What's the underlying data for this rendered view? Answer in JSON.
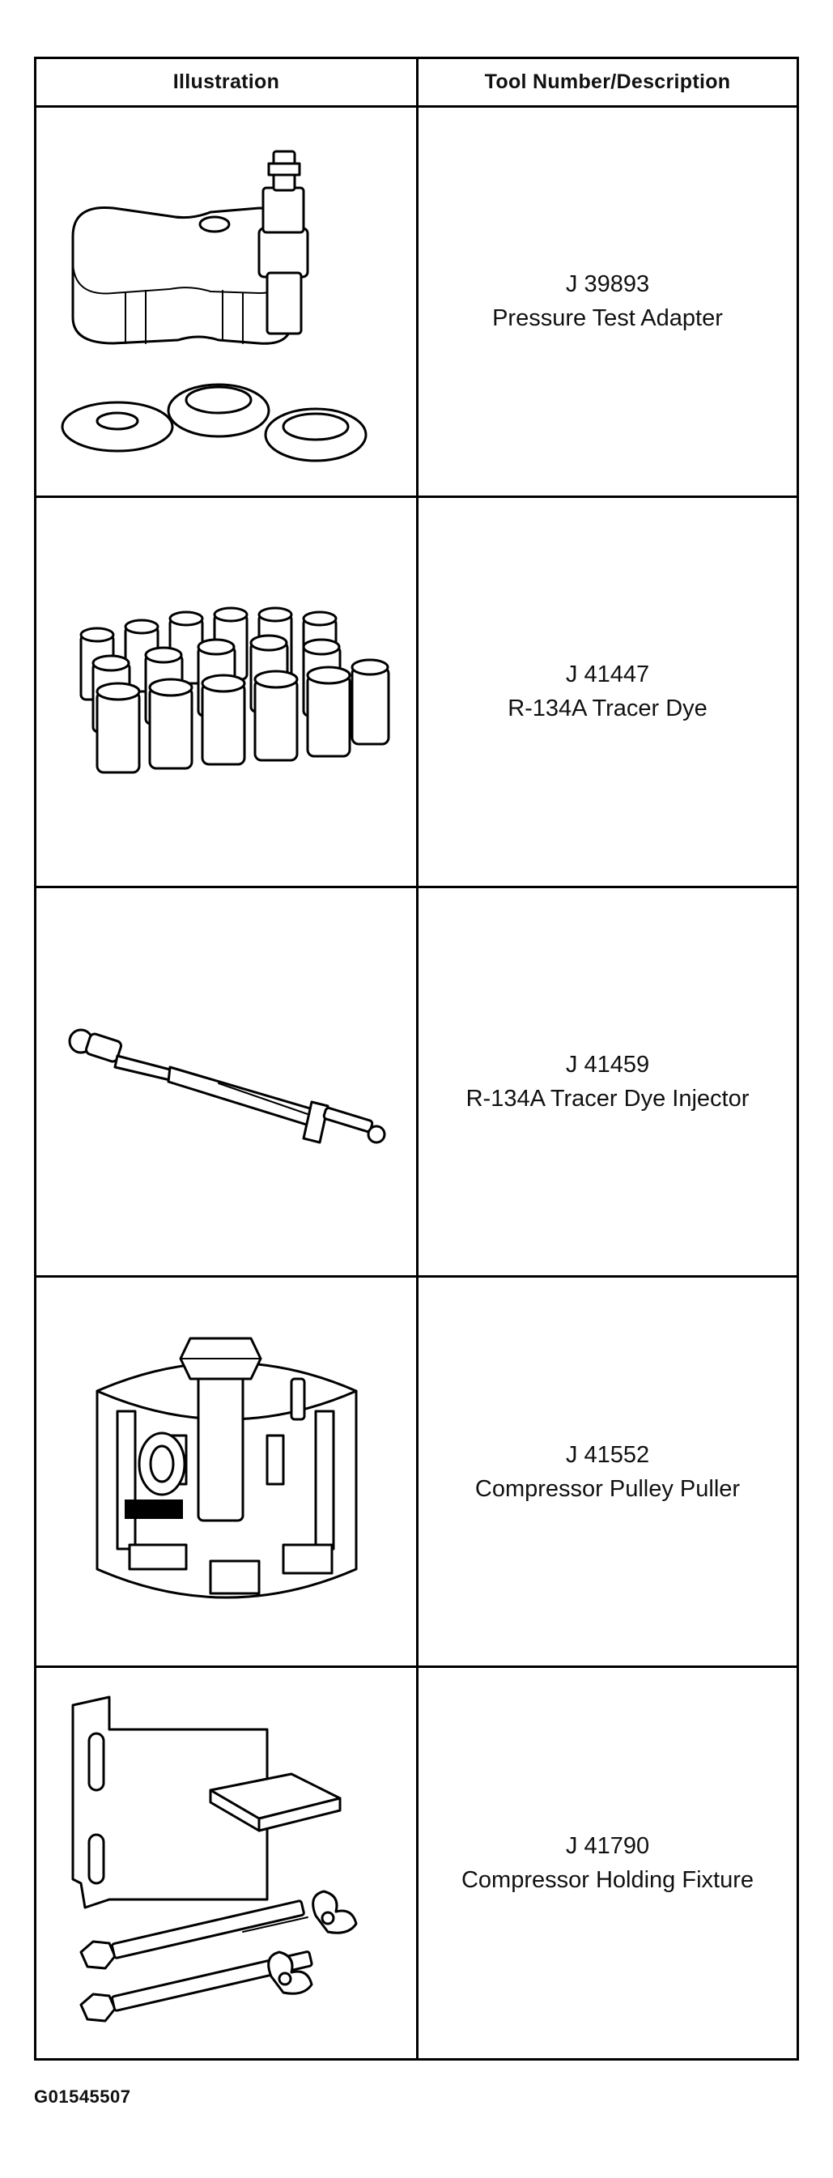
{
  "table": {
    "headers": {
      "illustration": "Illustration",
      "tool": "Tool Number/Description"
    },
    "rows": [
      {
        "number": "J 39893",
        "description": "Pressure Test Adapter",
        "icon": "pressure-test-adapter-illustration"
      },
      {
        "number": "J 41447",
        "description": "R-134A Tracer Dye",
        "icon": "tracer-dye-bottles-illustration"
      },
      {
        "number": "J 41459",
        "description": "R-134A Tracer Dye Injector",
        "icon": "dye-injector-illustration"
      },
      {
        "number": "J 41552",
        "description": "Compressor Pulley Puller",
        "icon": "pulley-puller-illustration"
      },
      {
        "number": "J 41790",
        "description": "Compressor Holding Fixture",
        "icon": "holding-fixture-illustration"
      }
    ]
  },
  "footer": {
    "code": "G01545507"
  }
}
